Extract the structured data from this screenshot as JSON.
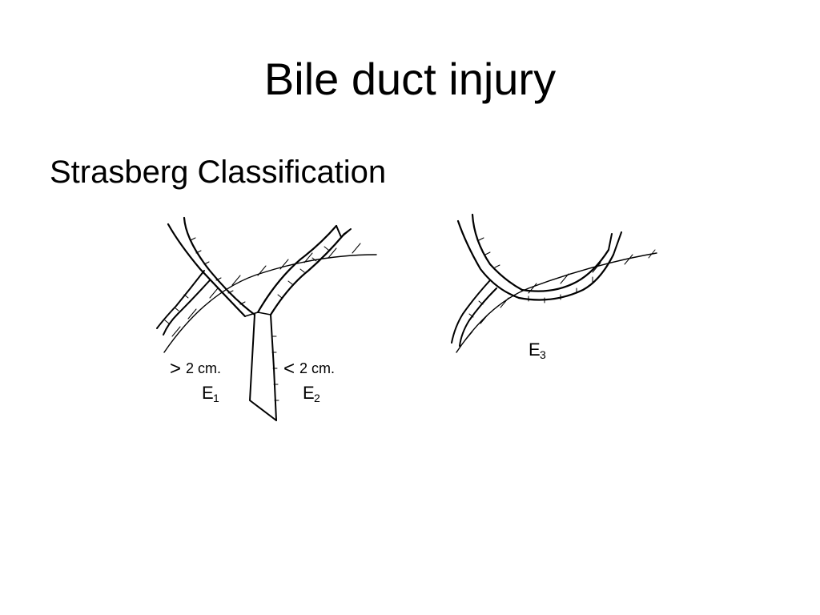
{
  "slide": {
    "title": "Bile duct injury",
    "subtitle": "Strasberg Classification"
  },
  "figure_left": {
    "label_left_measure": "2 cm.",
    "label_left_sign": ">",
    "label_left_type": "E",
    "label_left_sub": "1",
    "label_right_measure": "2 cm.",
    "label_right_sign": "<",
    "label_right_type": "E",
    "label_right_sub": "2"
  },
  "figure_right": {
    "label_type": "E",
    "label_sub": "3"
  }
}
